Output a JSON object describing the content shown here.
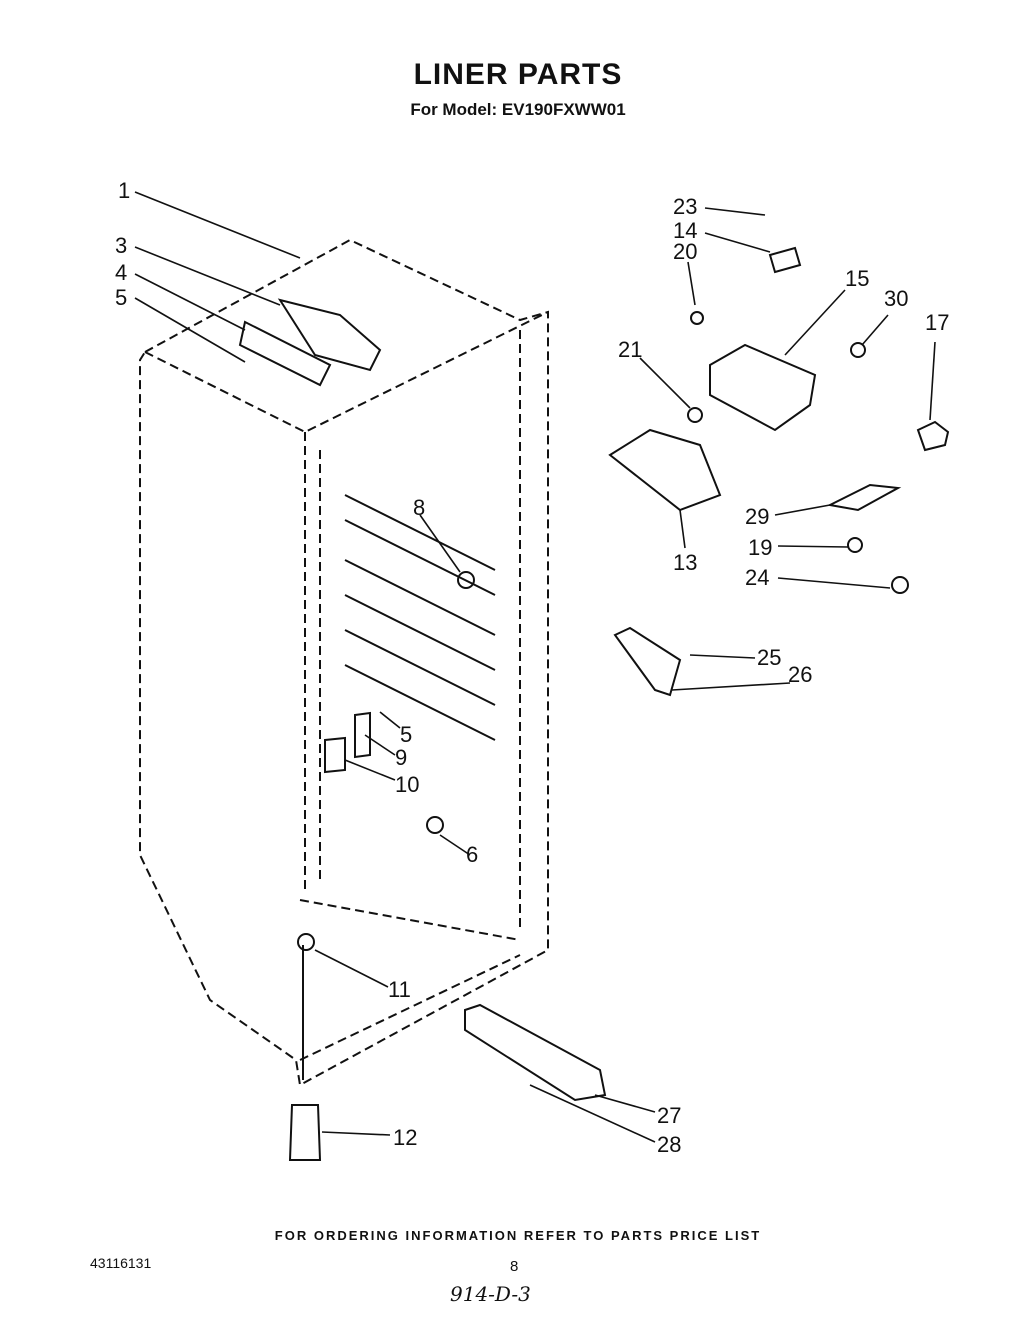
{
  "title": "LINER PARTS",
  "subtitle": "For Model: EV190FXWW01",
  "callouts": {
    "c1": "1",
    "c3": "3",
    "c4": "4",
    "c5a": "5",
    "c5b": "5",
    "c6": "6",
    "c8": "8",
    "c9": "9",
    "c10": "10",
    "c11": "11",
    "c12": "12",
    "c13": "13",
    "c14": "14",
    "c15": "15",
    "c17": "17",
    "c19": "19",
    "c20": "20",
    "c21": "21",
    "c23": "23",
    "c24": "24",
    "c25": "25",
    "c26": "26",
    "c27": "27",
    "c28": "28",
    "c29": "29",
    "c30": "30"
  },
  "footer_note": "FOR ORDERING INFORMATION REFER TO PARTS PRICE LIST",
  "document_number": "43116131",
  "page_number": "8",
  "handwritten_note": "914-D-3"
}
